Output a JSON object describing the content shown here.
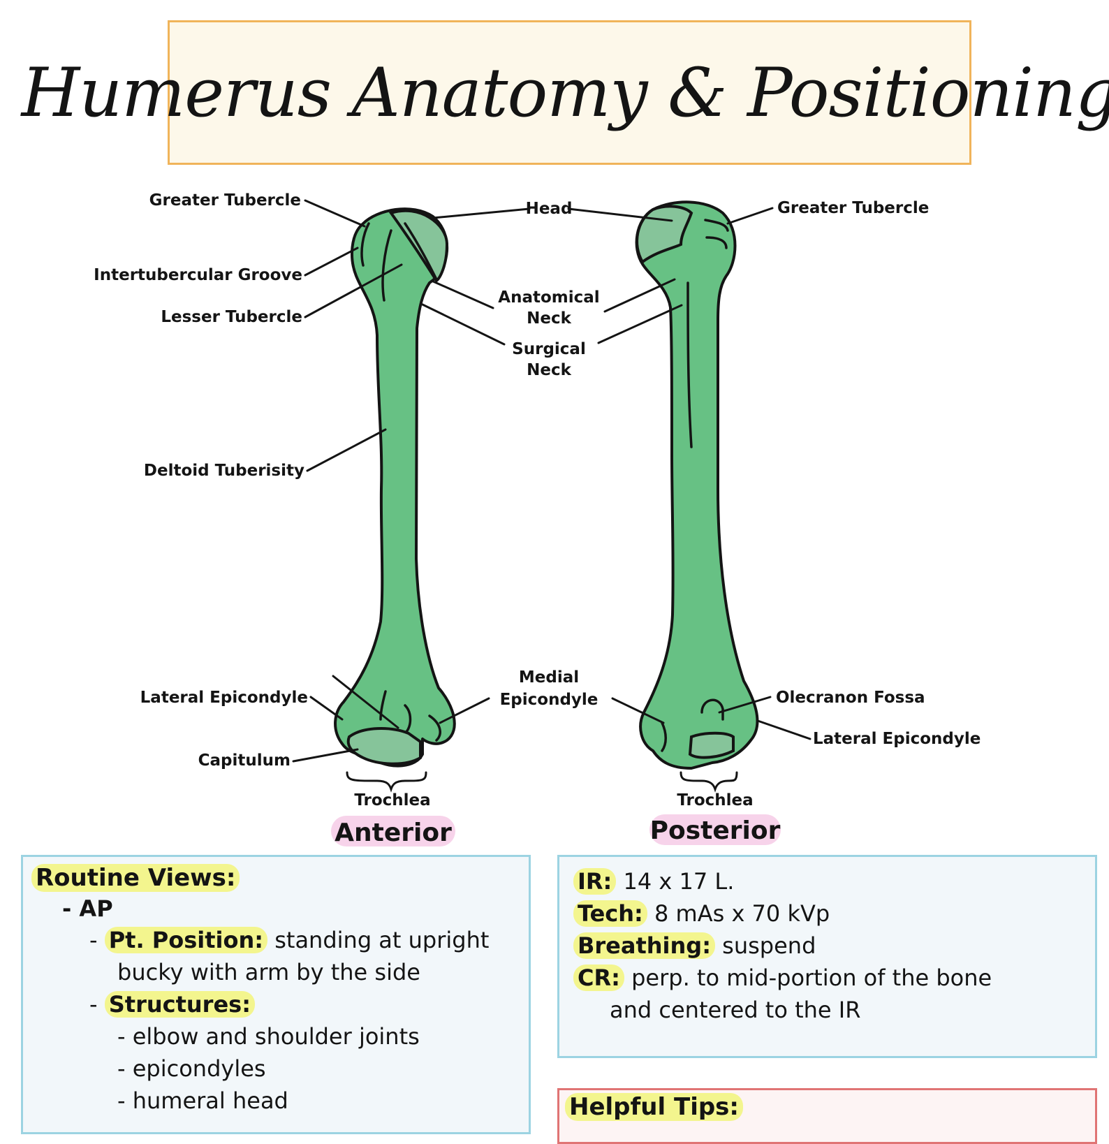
{
  "title": "Humerus Anatomy & Positioning",
  "diagram": {
    "anterior_labels": {
      "greater_tubercle": "Greater Tubercle",
      "intertubercular_groove": "Intertubercular Groove",
      "lesser_tubercle": "Lesser Tubercle",
      "deltoid_tuberosity": "Deltoid Tuberisity",
      "lateral_epicondyle": "Lateral Epicondyle",
      "capitulum": "Capitulum",
      "trochlea": "Trochlea"
    },
    "center_labels": {
      "head": "Head",
      "anatomical_neck_1": "Anatomical",
      "anatomical_neck_2": "Neck",
      "surgical_neck_1": "Surgical",
      "surgical_neck_2": "Neck",
      "medial_epicondyle_1": "Medial",
      "medial_epicondyle_2": "Epicondyle"
    },
    "posterior_labels": {
      "greater_tubercle": "Greater Tubercle",
      "olecranon_fossa": "Olecranon Fossa",
      "lateral_epicondyle": "Lateral Epicondyle",
      "trochlea": "Trochlea"
    },
    "views": {
      "anterior": "Anterior",
      "posterior": "Posterior"
    },
    "colors": {
      "bone_fill": "#67c184",
      "view_badge": "#f7d3ea",
      "title_border": "#f0b45a",
      "panel_border": "#9cd3e2",
      "tips_border": "#e07474",
      "highlight": "#f3f58e"
    }
  },
  "routine_views": {
    "heading": "Routine Views:",
    "view": "- AP",
    "pt_position_dash": "- ",
    "pt_position_label": "Pt. Position:",
    "pt_position_text_1": " standing at upright",
    "pt_position_text_2": "bucky with arm by the side",
    "structures_dash": "- ",
    "structures_label": "Structures:",
    "structures": [
      "- elbow and shoulder joints",
      "- epicondyles",
      "- humeral head"
    ]
  },
  "technique": {
    "ir_label": "IR:",
    "ir_value": " 14 x 17 L.",
    "tech_label": "Tech:",
    "tech_value": " 8 mAs x 70 kVp",
    "breathing_label": "Breathing:",
    "breathing_value": " suspend",
    "cr_label": "CR:",
    "cr_value_1": " perp. to mid-portion of the bone",
    "cr_value_2": "and centered to the IR"
  },
  "helpful_tips": {
    "heading": "Helpful Tips:"
  }
}
